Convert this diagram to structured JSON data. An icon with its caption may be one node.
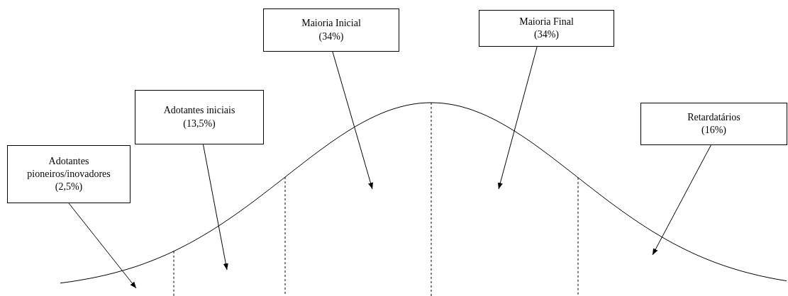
{
  "diagram": {
    "nodes": [
      {
        "text": [
          "Adotantes pioneiros/inovadores",
          "(2,5%)"
        ]
      },
      {
        "text": [
          "Adotantes iniciais",
          "(13,5%)"
        ]
      },
      {
        "text": [
          "Maioria Inicial",
          "(34%)"
        ]
      },
      {
        "text": [
          "Maioria Final",
          "(34%)"
        ]
      },
      {
        "text": [
          "Retardatários",
          "(16%)"
        ]
      }
    ],
    "edges": [
      {
        "from": 0,
        "to": null,
        "arrow": "to"
      },
      {
        "from": 1,
        "to": null,
        "arrow": "to"
      },
      {
        "from": 2,
        "to": null,
        "arrow": "to"
      },
      {
        "from": 3,
        "to": null,
        "arrow": "to"
      },
      {
        "from": 4,
        "to": null,
        "arrow": "to"
      }
    ]
  }
}
